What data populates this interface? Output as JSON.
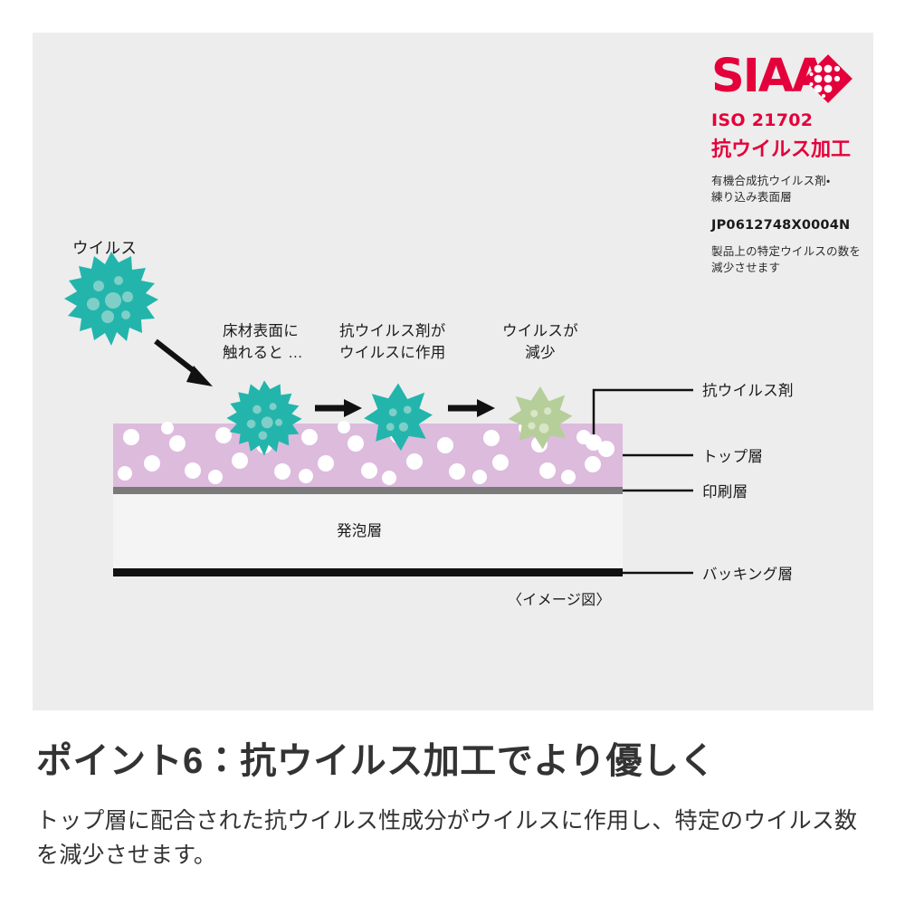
{
  "certification": {
    "logo_text": "SIAA",
    "standard": "ISO 21702",
    "treatment": "抗ウイルス加工",
    "note": "有機合成抗ウイルス剤・\n練り込み表面層",
    "registration_code": "JP0612748X0004N",
    "effect_note": "製品上の特定ウイルスの数を\n減少させます",
    "brand_color": "#e4003a"
  },
  "diagram": {
    "virus_label": "ウイルス",
    "steps": [
      {
        "label": "床材表面に\n触れると …"
      },
      {
        "label": "抗ウイルス剤が\nウイルスに作用"
      },
      {
        "label": "ウイルスが\n減少"
      }
    ],
    "layers": [
      {
        "name": "抗ウイルス剤",
        "color": "#ffffff"
      },
      {
        "name": "トップ層",
        "color": "#dcbbdd"
      },
      {
        "name": "印刷層",
        "color": "#7a7a7a"
      },
      {
        "name": "発泡層",
        "color": "#f4f4f4"
      },
      {
        "name": "バッキング層",
        "color": "#111111"
      }
    ],
    "inline_layer_label": "発泡層",
    "caption": "〈イメージ図〉",
    "virus_colors": {
      "active": "#23b5ac",
      "reduced": "#b5ce9a",
      "spot": "#7fcfc8",
      "spot_reduced": "#d8e6c5"
    }
  },
  "copy": {
    "headline": "ポイント6：抗ウイルス加工でより優しく",
    "body": "トップ層に配合された抗ウイルス性成分がウイルスに作用し、特定のウイルス数を減少させます。",
    "text_color": "#333333"
  }
}
